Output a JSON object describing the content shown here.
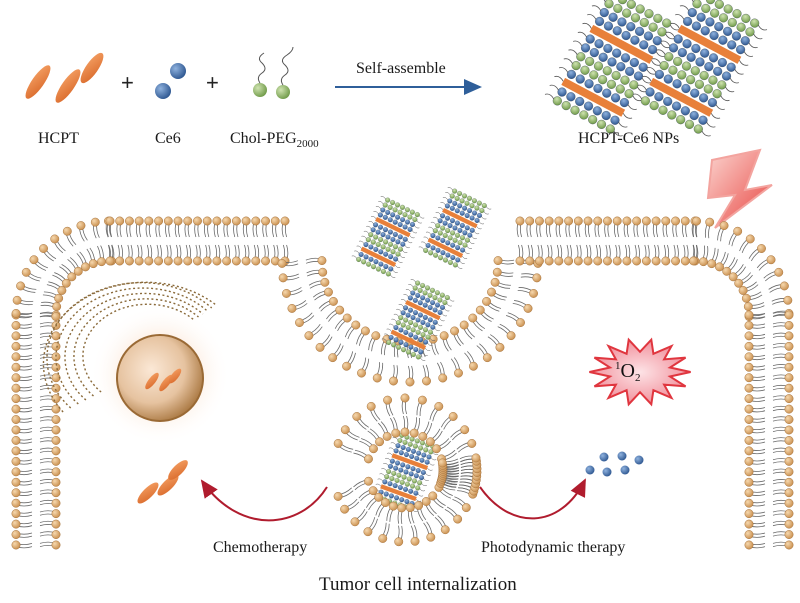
{
  "reactants": {
    "hcpt": "HCPT",
    "ce6": "Ce6",
    "chol_peg": "Chol-PEG",
    "chol_peg_sub": "2000"
  },
  "process": {
    "arrow_label": "Self-assemble",
    "product": "HCPT-Ce6 NPs"
  },
  "pathways": {
    "chemo": "Chemotherapy",
    "pdt": "Photodynamic therapy"
  },
  "ros": {
    "sup": "1",
    "base": "O",
    "sub": "2"
  },
  "caption": "Tumor cell internalization",
  "plus_sign": "+",
  "colors": {
    "drug_orange": "#e8803a",
    "ce6_blue": "#3f6fa8",
    "peg_green": "#8fb36a",
    "lipid_head": "#dca66a",
    "arrow_blue": "#2f5f9a",
    "arrow_red": "#b01c2e",
    "burst_pink": "#f7b8c0",
    "burst_red": "#e0363f",
    "lightning": "#f06a66"
  }
}
